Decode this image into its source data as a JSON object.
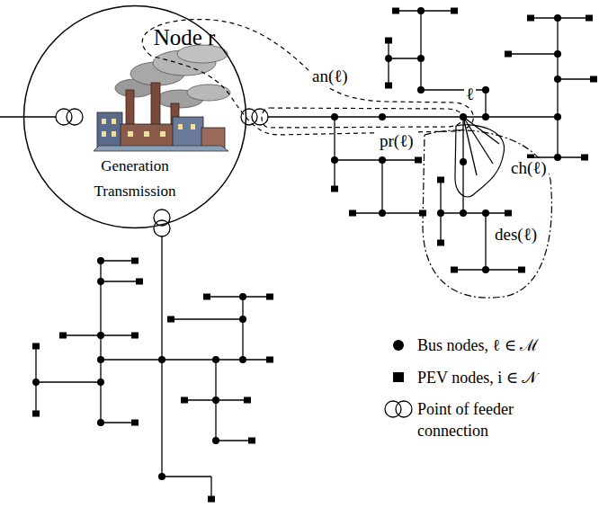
{
  "diagram": {
    "nodes": [
      {
        "text": [
          "Node r",
          "Generation Transmission"
        ]
      }
    ],
    "labels": [
      "an(ℓ)",
      "pr(ℓ)",
      "ℓ",
      "ch(ℓ)",
      "des(ℓ)"
    ],
    "legend": [
      {
        "text": "Bus nodes, ℓ ∈ ℳ"
      },
      {
        "text": "PEV nodes, i ∈ 𝒩"
      },
      {
        "text": "Point of feeder connection"
      }
    ]
  }
}
